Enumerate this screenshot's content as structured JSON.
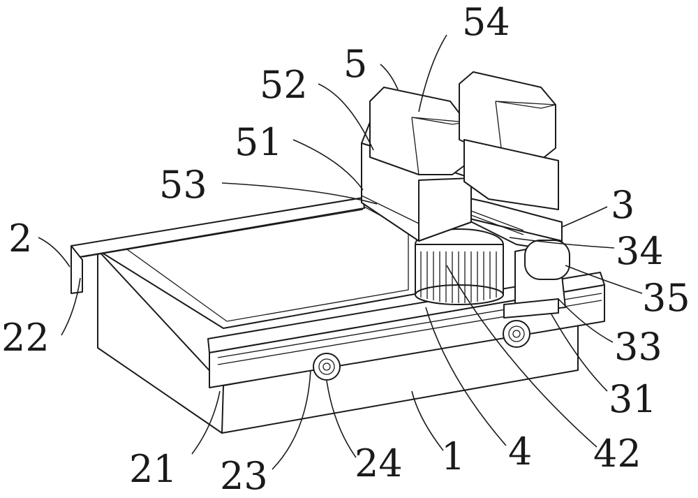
{
  "figure": {
    "labels": [
      {
        "id": "54",
        "text": "54"
      },
      {
        "id": "5",
        "text": "5"
      },
      {
        "id": "52",
        "text": "52"
      },
      {
        "id": "51",
        "text": "51"
      },
      {
        "id": "53",
        "text": "53"
      },
      {
        "id": "3",
        "text": "3"
      },
      {
        "id": "2",
        "text": "2"
      },
      {
        "id": "34",
        "text": "34"
      },
      {
        "id": "35",
        "text": "35"
      },
      {
        "id": "22",
        "text": "22"
      },
      {
        "id": "33",
        "text": "33"
      },
      {
        "id": "31",
        "text": "31"
      },
      {
        "id": "21",
        "text": "21"
      },
      {
        "id": "23",
        "text": "23"
      },
      {
        "id": "24",
        "text": "24"
      },
      {
        "id": "1",
        "text": "1"
      },
      {
        "id": "4",
        "text": "4"
      },
      {
        "id": "42",
        "text": "42"
      }
    ]
  }
}
